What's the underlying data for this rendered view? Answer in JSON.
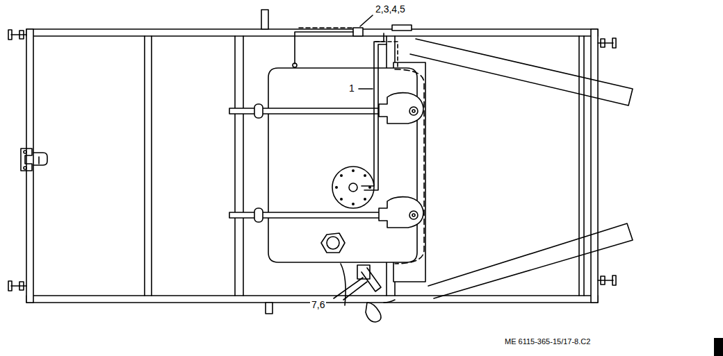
{
  "diagram": {
    "labels": [
      "2,3,4,5",
      "1",
      "7,6",
      "ME 6115-365-15/17-8.C2"
    ]
  }
}
